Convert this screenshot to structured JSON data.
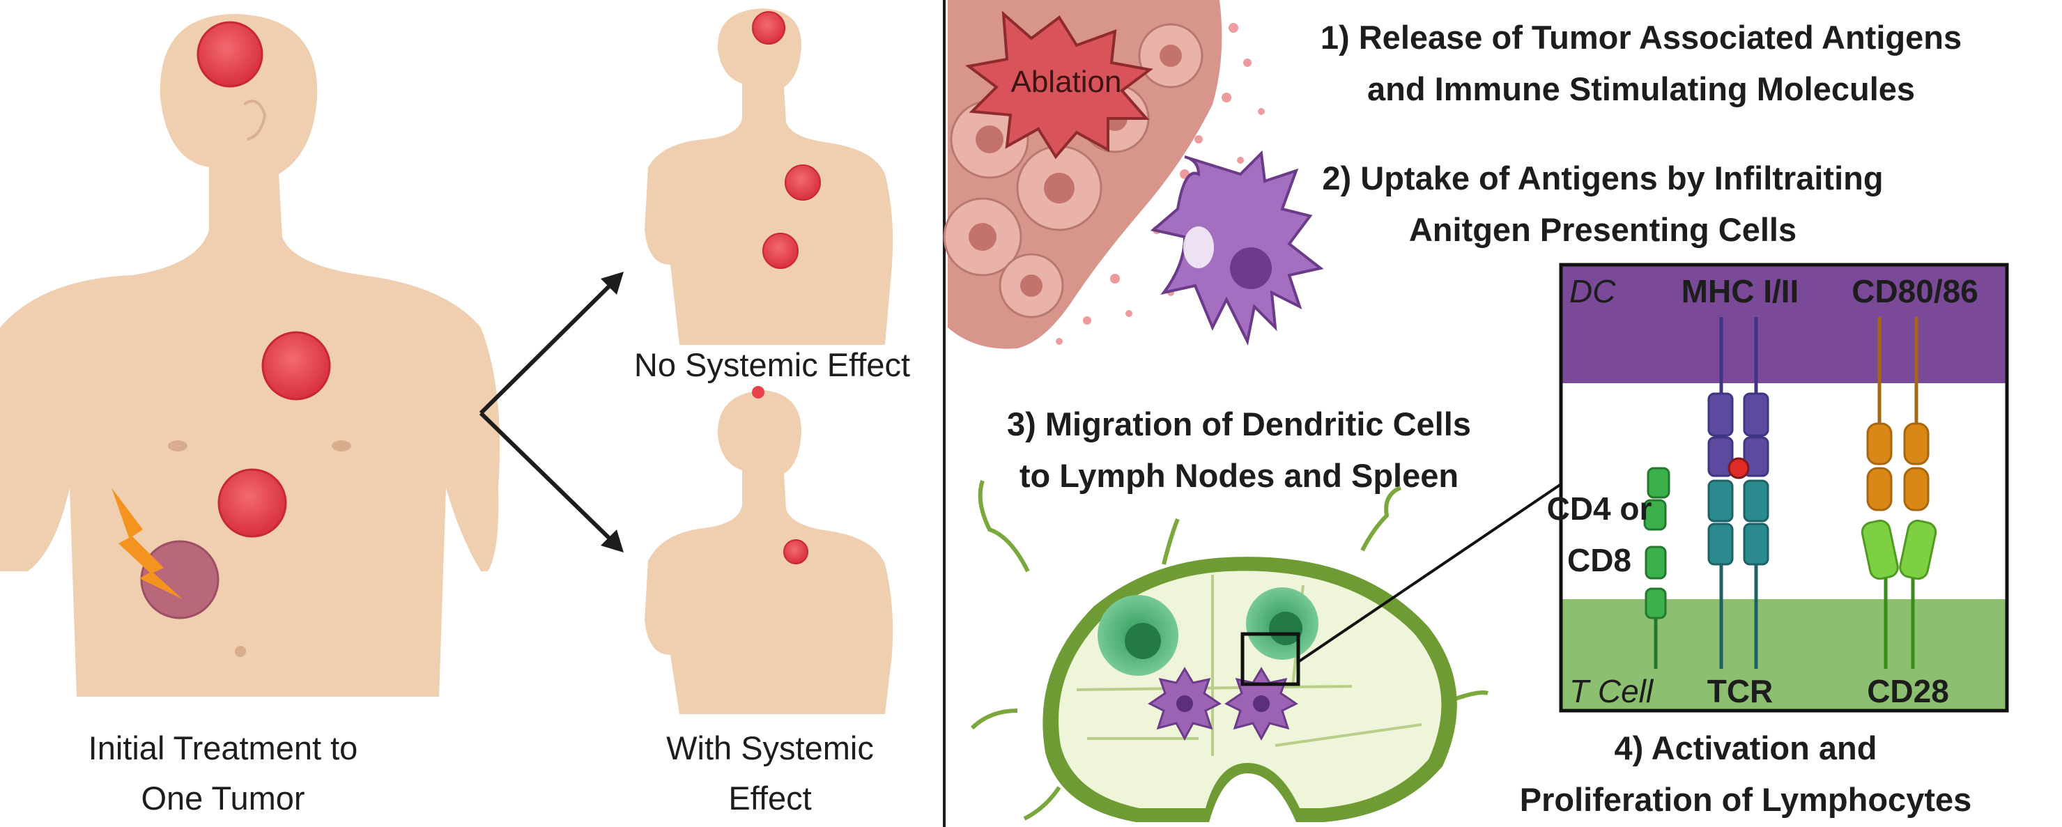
{
  "left": {
    "caption_line1": "Initial Treatment to",
    "caption_line2": "One Tumor"
  },
  "outcomes": {
    "top_caption": "No Systemic Effect",
    "bottom_caption_line1": "With Systemic",
    "bottom_caption_line2": "Effect"
  },
  "steps": {
    "ablation_label": "Ablation",
    "step1_line1": "1)  Release of Tumor Associated Antigens",
    "step1_line2": "and Immune Stimulating Molecules",
    "step2_line1": "2) Uptake of Antigens by Infiltraiting",
    "step2_line2": "Anitgen Presenting Cells",
    "step3_line1": "3) Migration of Dendritic Cells",
    "step3_line2": "to Lymph Nodes and Spleen",
    "step4_line1": "4) Activation and",
    "step4_line2": "Proliferation of Lymphocytes"
  },
  "synapse": {
    "dc_label": "DC",
    "mhc_label": "MHC I/II",
    "cd80_label": "CD80/86",
    "cd4_line1": "CD4 or",
    "cd4_line2": "CD8",
    "tcell_label": "T Cell",
    "tcr_label": "TCR",
    "cd28_label": "CD28"
  },
  "colors": {
    "skin": "#efcfb0",
    "tumor": "#e8414b",
    "ablated_tumor": "#b9687b",
    "lightning": "#f59320",
    "dc_purple": "#9c63b5",
    "dc_band": "#7a4a98",
    "tcell_band": "#8cc070",
    "mhc_chain": "#5d4aa0",
    "tcr_chain": "#2b8a8e",
    "cd80_chain": "#d98716",
    "cd28_chain": "#7ed043",
    "cd4_chain": "#3cb04a",
    "lymph_outer": "#6f9b34",
    "lymph_inner": "#eef5d8",
    "follicle": "#4fb67a"
  },
  "icons": [
    "ablation-starburst-icon",
    "lightning-bolt-icon",
    "dendritic-cell-icon",
    "lymph-node-icon",
    "tumor-icon",
    "arrow-icon"
  ]
}
